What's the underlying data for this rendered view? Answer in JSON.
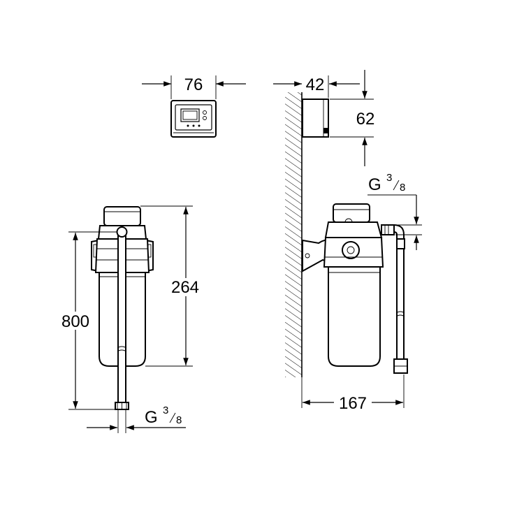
{
  "dimensions": {
    "width_display": "76",
    "width_display_side": "42",
    "height_display": "62",
    "height_filter": "264",
    "height_total": "800",
    "depth_total": "167"
  },
  "connections": {
    "bottom": {
      "prefix": "G",
      "num": "3",
      "den": "8"
    },
    "side": {
      "prefix": "G",
      "num": "3",
      "den": "8"
    }
  },
  "colors": {
    "line": "#000000",
    "background": "#ffffff"
  }
}
